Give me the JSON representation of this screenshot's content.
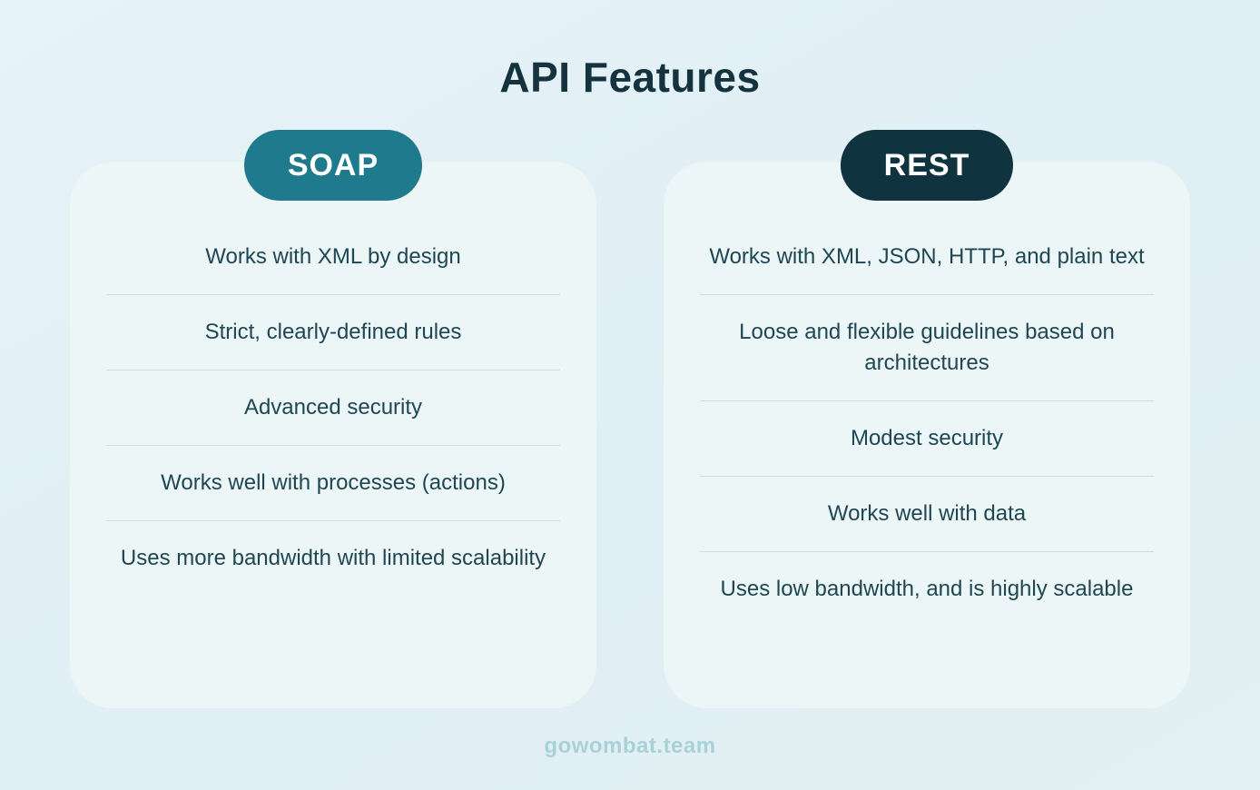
{
  "page": {
    "title": "API Features",
    "footer": "gowombat.team"
  },
  "colors": {
    "background": "#e2f0f5",
    "card_background": "#ecf6f6",
    "soap_badge": "#1e7a8c",
    "rest_badge": "#0f3440",
    "title_text": "#14333e",
    "item_text": "#1e4653",
    "divider": "#c9dee3",
    "footer_text": "#a9d2d8"
  },
  "columns": [
    {
      "badge": "SOAP",
      "items": [
        "Works with XML by design",
        "Strict, clearly-defined rules",
        "Advanced security",
        "Works well with processes (actions)",
        "Uses more bandwidth with limited scalability"
      ]
    },
    {
      "badge": "REST",
      "items": [
        "Works with XML, JSON, HTTP, and plain text",
        "Loose and flexible guidelines based on architectures",
        "Modest security",
        "Works well with data",
        "Uses low bandwidth, and is highly scalable"
      ]
    }
  ]
}
